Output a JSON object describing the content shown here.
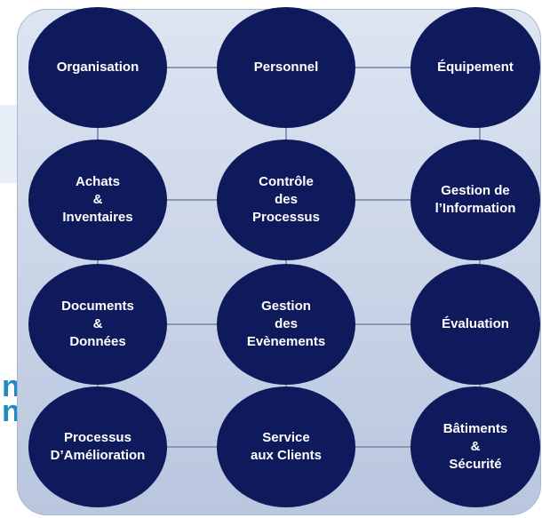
{
  "colors": {
    "node_fill": "#0e1a5c",
    "node_text": "#ffffff",
    "board_top": "#dde5f2",
    "board_bottom": "#b9c6de",
    "connector": "#8a97b3",
    "bg_text": "#1e8bc3"
  },
  "background": {
    "partial_letters": [
      "n",
      "n"
    ]
  },
  "nodes": [
    {
      "label": "Organisation"
    },
    {
      "label": "Personnel"
    },
    {
      "label": "Équipement"
    },
    {
      "label": "Achats\n&\nInventaires"
    },
    {
      "label": "Contrôle\ndes\nProcessus"
    },
    {
      "label": "Gestion de\nl’Information"
    },
    {
      "label": "Documents\n&\nDonnées"
    },
    {
      "label": "Gestion\ndes\nEvènements"
    },
    {
      "label": "Évaluation"
    },
    {
      "label": "Processus\nD’Amélioration"
    },
    {
      "label": "Service\naux Clients"
    },
    {
      "label": "Bâtiments\n&\nSécurité"
    }
  ]
}
